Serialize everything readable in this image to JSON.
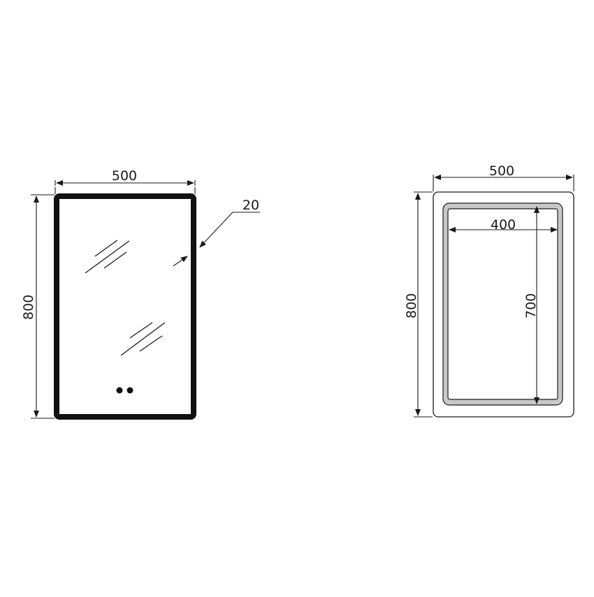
{
  "front_view": {
    "width_label": "500",
    "height_label": "800",
    "frame_label": "20",
    "frame_color": "#111111",
    "button_count": 2
  },
  "back_view": {
    "outer_width_label": "500",
    "outer_height_label": "800",
    "inner_width_label": "400",
    "inner_height_label": "700",
    "led_strip_color": "#c8c8c8"
  },
  "colors": {
    "line": "#1a1a1a",
    "background": "#ffffff"
  }
}
